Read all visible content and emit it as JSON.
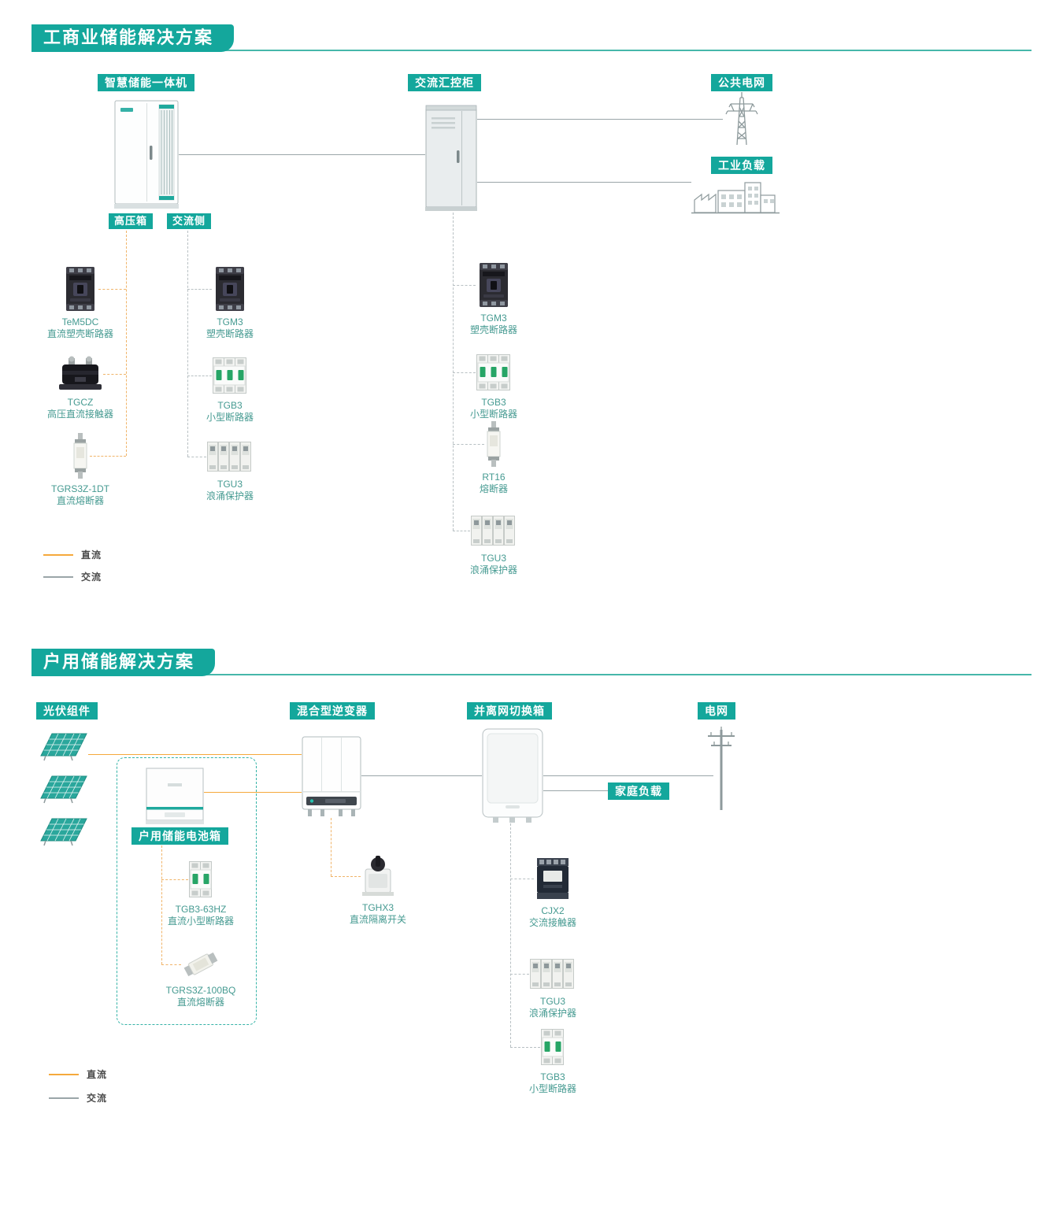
{
  "sections": {
    "commercial": {
      "title": "工商业储能解决方案",
      "nodes": {
        "storage_unit": "智慧储能一体机",
        "ac_cabinet": "交流汇控柜",
        "public_grid": "公共电网",
        "industrial_load": "工业负载",
        "hv_box": "高压箱",
        "ac_side": "交流侧"
      },
      "hv_box_products": [
        {
          "model": "TeM5DC",
          "desc": "直流塑壳断路器"
        },
        {
          "model": "TGCZ",
          "desc": "高压直流接触器"
        },
        {
          "model": "TGRS3Z-1DT",
          "desc": "直流熔断器"
        }
      ],
      "ac_side_products": [
        {
          "model": "TGM3",
          "desc": "塑壳断路器"
        },
        {
          "model": "TGB3",
          "desc": "小型断路器"
        },
        {
          "model": "TGU3",
          "desc": "浪涌保护器"
        }
      ],
      "ac_cabinet_products": [
        {
          "model": "TGM3",
          "desc": "塑壳断路器"
        },
        {
          "model": "TGB3",
          "desc": "小型断路器"
        },
        {
          "model": "RT16",
          "desc": "熔断器"
        },
        {
          "model": "TGU3",
          "desc": "浪涌保护器"
        }
      ],
      "legend": {
        "dc": "直流",
        "ac": "交流"
      }
    },
    "residential": {
      "title": "户用储能解决方案",
      "nodes": {
        "pv_modules": "光伏组件",
        "hybrid_inverter": "混合型逆变器",
        "grid_switch_box": "并离网切换箱",
        "grid": "电网",
        "home_load": "家庭负载",
        "battery_box": "户用储能电池箱"
      },
      "battery_box_products": [
        {
          "model": "TGB3-63HZ",
          "desc": "直流小型断路器"
        },
        {
          "model": "TGRS3Z-100BQ",
          "desc": "直流熔断器"
        }
      ],
      "inverter_products": [
        {
          "model": "TGHX3",
          "desc": "直流隔离开关"
        }
      ],
      "switch_box_products": [
        {
          "model": "CJX2",
          "desc": "交流接触器"
        },
        {
          "model": "TGU3",
          "desc": "浪涌保护器"
        },
        {
          "model": "TGB3",
          "desc": "小型断路器"
        }
      ],
      "legend": {
        "dc": "直流",
        "ac": "交流"
      }
    }
  },
  "colors": {
    "teal": "#14a79c",
    "dc_orange": "#f5a93c",
    "ac_gray": "#9aa5a8"
  }
}
